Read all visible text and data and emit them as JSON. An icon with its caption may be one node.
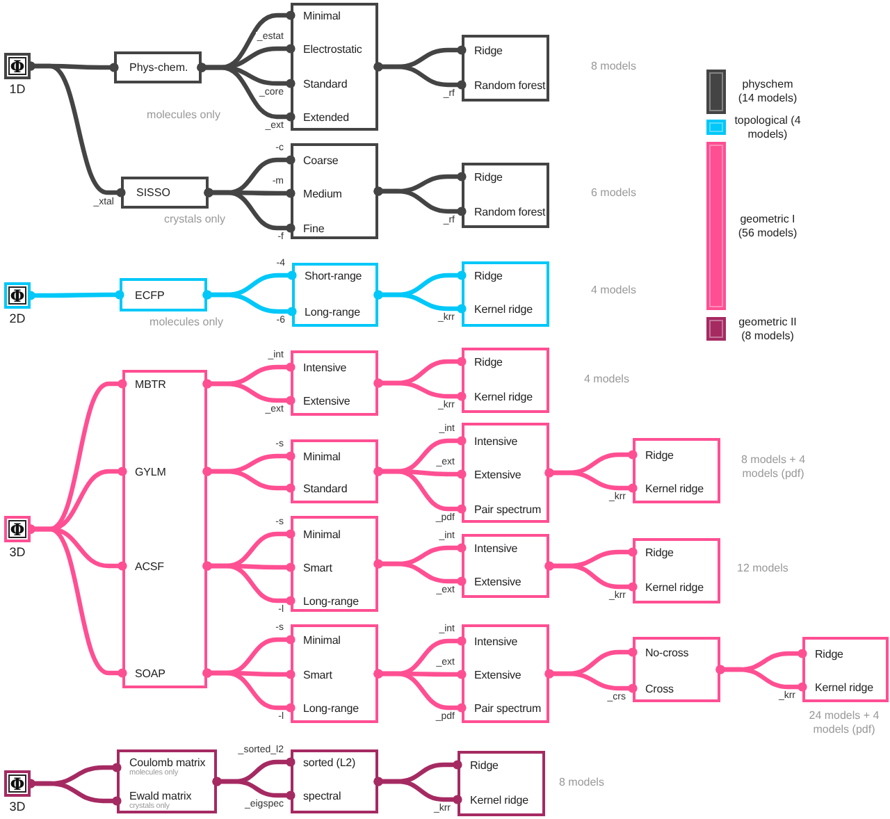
{
  "diagram": {
    "nodes": [
      {
        "text": [
          "Φ"
        ],
        "beside": [
          "1D"
        ]
      },
      {
        "text": [
          "Phys-chem."
        ],
        "beside": [
          "molecules only"
        ]
      },
      {
        "text": [],
        "shape": "box"
      },
      {
        "text": [
          "Minimal"
        ],
        "in": 2
      },
      {
        "text": [
          "Electrostatic"
        ],
        "in": 2
      },
      {
        "text": [
          "Standard"
        ],
        "in": 2
      },
      {
        "text": [
          "Extended"
        ],
        "in": 2
      },
      {
        "text": [],
        "shape": "box",
        "beside": [
          "8 models"
        ]
      },
      {
        "text": [
          "Ridge"
        ],
        "in": 7
      },
      {
        "text": [
          "Random forest"
        ],
        "in": 7
      },
      {
        "text": [
          "SISSO"
        ],
        "beside": [
          "crystals only"
        ]
      },
      {
        "text": [],
        "shape": "box"
      },
      {
        "text": [
          "Coarse"
        ],
        "in": 11
      },
      {
        "text": [
          "Medium"
        ],
        "in": 11
      },
      {
        "text": [
          "Fine"
        ],
        "in": 11
      },
      {
        "text": [],
        "shape": "box",
        "beside": [
          "6 models"
        ]
      },
      {
        "text": [
          "Ridge"
        ],
        "in": 15
      },
      {
        "text": [
          "Random forest"
        ],
        "in": 15
      },
      {
        "text": [
          "Φ"
        ],
        "beside": [
          "2D"
        ]
      },
      {
        "text": [
          "ECFP"
        ],
        "beside": [
          "molecules only"
        ]
      },
      {
        "text": [],
        "shape": "box"
      },
      {
        "text": [
          "Short-range"
        ],
        "in": 20
      },
      {
        "text": [
          "Long-range"
        ],
        "in": 20
      },
      {
        "text": [],
        "shape": "box",
        "beside": [
          "4 models"
        ]
      },
      {
        "text": [
          "Ridge"
        ],
        "in": 23
      },
      {
        "text": [
          "Kernel ridge"
        ],
        "in": 23
      },
      {
        "text": [
          "Φ"
        ],
        "beside": [
          "3D"
        ]
      },
      {
        "text": [],
        "shape": "box"
      },
      {
        "text": [
          "MBTR"
        ],
        "in": 27
      },
      {
        "text": [
          "GYLM"
        ],
        "in": 27
      },
      {
        "text": [
          "ACSF"
        ],
        "in": 27
      },
      {
        "text": [
          "SOAP"
        ],
        "in": 27
      },
      {
        "text": [],
        "shape": "box"
      },
      {
        "text": [
          "Intensive"
        ],
        "in": 32
      },
      {
        "text": [
          "Extensive"
        ],
        "in": 32
      },
      {
        "text": [],
        "shape": "box",
        "beside": [
          "4 models"
        ]
      },
      {
        "text": [
          "Ridge"
        ],
        "in": 35
      },
      {
        "text": [
          "Kernel ridge"
        ],
        "in": 35
      },
      {
        "text": [],
        "shape": "box"
      },
      {
        "text": [
          "Minimal"
        ],
        "in": 38
      },
      {
        "text": [
          "Standard"
        ],
        "in": 38
      },
      {
        "text": [],
        "shape": "box"
      },
      {
        "text": [
          "Intensive"
        ],
        "in": 41
      },
      {
        "text": [
          "Extensive"
        ],
        "in": 41
      },
      {
        "text": [
          "Pair spectrum"
        ],
        "in": 41
      },
      {
        "text": [],
        "shape": "box",
        "beside": [
          "8 models + 4 models (pdf)"
        ]
      },
      {
        "text": [
          "Ridge"
        ],
        "in": 45
      },
      {
        "text": [
          "Kernel ridge"
        ],
        "in": 45
      },
      {
        "text": [],
        "shape": "box"
      },
      {
        "text": [
          "Minimal"
        ],
        "in": 48
      },
      {
        "text": [
          "Smart"
        ],
        "in": 48
      },
      {
        "text": [
          "Long-range"
        ],
        "in": 48
      },
      {
        "text": [],
        "shape": "box"
      },
      {
        "text": [
          "Intensive"
        ],
        "in": 52
      },
      {
        "text": [
          "Extensive"
        ],
        "in": 52
      },
      {
        "text": [],
        "shape": "box",
        "beside": [
          "12 models"
        ]
      },
      {
        "text": [
          "Ridge"
        ],
        "in": 55
      },
      {
        "text": [
          "Kernel ridge"
        ],
        "in": 55
      },
      {
        "text": [],
        "shape": "box"
      },
      {
        "text": [
          "Minimal"
        ],
        "in": 58
      },
      {
        "text": [
          "Smart"
        ],
        "in": 58
      },
      {
        "text": [
          "Long-range"
        ],
        "in": 58
      },
      {
        "text": [],
        "shape": "box"
      },
      {
        "text": [
          "Intensive"
        ],
        "in": 62
      },
      {
        "text": [
          "Extensive"
        ],
        "in": 62
      },
      {
        "text": [
          "Pair spectrum"
        ],
        "in": 62
      },
      {
        "text": [],
        "shape": "box"
      },
      {
        "text": [
          "No-cross"
        ],
        "in": 66
      },
      {
        "text": [
          "Cross"
        ],
        "in": 66
      },
      {
        "text": [],
        "shape": "box",
        "beside": [
          "24 models + 4 models (pdf)"
        ]
      },
      {
        "text": [
          "Ridge"
        ],
        "in": 69
      },
      {
        "text": [
          "Kernel ridge"
        ],
        "in": 69
      },
      {
        "text": [
          "Φ"
        ],
        "beside": [
          "3D"
        ]
      },
      {
        "text": [],
        "shape": "box"
      },
      {
        "text": [
          "Coulomb matrix",
          "molecules only"
        ],
        "in": 73
      },
      {
        "text": [
          "Ewald matrix",
          "crystals only"
        ],
        "in": 73
      },
      {
        "text": [],
        "shape": "box"
      },
      {
        "text": [
          "sorted (L2)"
        ],
        "in": 76
      },
      {
        "text": [
          "spectral"
        ],
        "in": 76
      },
      {
        "text": [],
        "shape": "box",
        "beside": [
          "8 models"
        ]
      },
      {
        "text": [
          "Ridge"
        ],
        "in": 79
      },
      {
        "text": [
          "Kernel ridge"
        ],
        "in": 79
      }
    ],
    "edges": [
      {
        "from": 0,
        "to": 1,
        "arrow": "other",
        "color": "#444444"
      },
      {
        "from": 0,
        "to": 10,
        "arrow": "other",
        "label": "_xtal",
        "color": "#444444"
      },
      {
        "from": 1,
        "to": 3,
        "arrow": "other",
        "color": "#444444"
      },
      {
        "from": 1,
        "to": 4,
        "arrow": "other",
        "label": "_estat",
        "color": "#444444"
      },
      {
        "from": 1,
        "to": 5,
        "arrow": "other",
        "label": "_core",
        "color": "#444444"
      },
      {
        "from": 1,
        "to": 6,
        "arrow": "other",
        "label": "_ext",
        "color": "#444444"
      },
      {
        "from": 2,
        "to": 8,
        "arrow": "other",
        "color": "#444444"
      },
      {
        "from": 2,
        "to": 9,
        "arrow": "other",
        "label": "_rf",
        "color": "#444444"
      },
      {
        "from": 10,
        "to": 12,
        "arrow": "other",
        "label": "-c",
        "color": "#444444"
      },
      {
        "from": 10,
        "to": 13,
        "arrow": "other",
        "label": "-m",
        "color": "#444444"
      },
      {
        "from": 10,
        "to": 14,
        "arrow": "other",
        "label": "-f",
        "color": "#444444"
      },
      {
        "from": 11,
        "to": 16,
        "arrow": "other",
        "color": "#444444"
      },
      {
        "from": 11,
        "to": 17,
        "arrow": "other",
        "label": "_rf",
        "color": "#444444"
      },
      {
        "from": 18,
        "to": 19,
        "arrow": "other",
        "color": "#00c8f8"
      },
      {
        "from": 19,
        "to": 21,
        "arrow": "other",
        "label": "-4",
        "color": "#00c8f8"
      },
      {
        "from": 19,
        "to": 22,
        "arrow": "other",
        "label": "-6",
        "color": "#00c8f8"
      },
      {
        "from": 20,
        "to": 24,
        "arrow": "other",
        "color": "#00c8f8"
      },
      {
        "from": 20,
        "to": 25,
        "arrow": "other",
        "label": "_krr",
        "color": "#00c8f8"
      },
      {
        "from": 26,
        "to": 28,
        "arrow": "other"
      },
      {
        "from": 26,
        "to": 29,
        "arrow": "other"
      },
      {
        "from": 26,
        "to": 30,
        "arrow": "other"
      },
      {
        "from": 26,
        "to": 31,
        "arrow": "other"
      },
      {
        "from": 28,
        "to": 33,
        "arrow": "other",
        "label": "_int"
      },
      {
        "from": 28,
        "to": 34,
        "arrow": "other",
        "label": "_ext"
      },
      {
        "from": 32,
        "to": 36,
        "arrow": "other"
      },
      {
        "from": 32,
        "to": 37,
        "arrow": "other",
        "label": "_krr"
      },
      {
        "from": 29,
        "to": 39,
        "arrow": "other",
        "label": "-s"
      },
      {
        "from": 29,
        "to": 40,
        "arrow": "other"
      },
      {
        "from": 38,
        "to": 42,
        "arrow": "other",
        "label": "_int"
      },
      {
        "from": 38,
        "to": 43,
        "arrow": "other",
        "label": "_ext"
      },
      {
        "from": 38,
        "to": 44,
        "arrow": "other",
        "label": "_pdf"
      },
      {
        "from": 41,
        "to": 46,
        "arrow": "other"
      },
      {
        "from": 41,
        "to": 47,
        "arrow": "other",
        "label": "_krr"
      },
      {
        "from": 30,
        "to": 49,
        "arrow": "other",
        "label": "-s"
      },
      {
        "from": 30,
        "to": 50,
        "arrow": "other"
      },
      {
        "from": 30,
        "to": 51,
        "arrow": "other",
        "label": "-l"
      },
      {
        "from": 48,
        "to": 53,
        "arrow": "other",
        "label": "_int"
      },
      {
        "from": 48,
        "to": 54,
        "arrow": "other",
        "label": "_ext"
      },
      {
        "from": 52,
        "to": 56,
        "arrow": "other"
      },
      {
        "from": 52,
        "to": 57,
        "arrow": "other",
        "label": "_krr"
      },
      {
        "from": 31,
        "to": 59,
        "arrow": "other",
        "label": "-s"
      },
      {
        "from": 31,
        "to": 60,
        "arrow": "other"
      },
      {
        "from": 31,
        "to": 61,
        "arrow": "other",
        "label": "-l"
      },
      {
        "from": 58,
        "to": 63,
        "arrow": "other",
        "label": "_int"
      },
      {
        "from": 58,
        "to": 64,
        "arrow": "other",
        "label": "_ext"
      },
      {
        "from": 58,
        "to": 65,
        "arrow": "other",
        "label": "_pdf"
      },
      {
        "from": 62,
        "to": 67,
        "arrow": "other"
      },
      {
        "from": 62,
        "to": 68,
        "arrow": "other",
        "label": "_crs"
      },
      {
        "from": 66,
        "to": 70,
        "arrow": "other"
      },
      {
        "from": 66,
        "to": 71,
        "arrow": "other",
        "label": "_krr"
      },
      {
        "from": 72,
        "to": 74,
        "arrow": "other",
        "color": "#a52a62"
      },
      {
        "from": 72,
        "to": 75,
        "arrow": "other",
        "color": "#a52a62"
      },
      {
        "from": 73,
        "to": 77,
        "arrow": "other",
        "label": "_sorted_l2",
        "color": "#a52a62"
      },
      {
        "from": 73,
        "to": 78,
        "arrow": "other",
        "label": "_eigspec",
        "color": "#a52a62"
      },
      {
        "from": 76,
        "to": 80,
        "arrow": "other",
        "color": "#a52a62"
      },
      {
        "from": 76,
        "to": 81,
        "arrow": "other",
        "label": "_krr",
        "color": "#a52a62"
      }
    ],
    "legend": [
      {
        "text": "physchem (14 models)",
        "color": "#444444"
      },
      {
        "text": "topological (4 models)",
        "color": "#00c8f8"
      },
      {
        "text": "geometric I (56 models)",
        "color": "#ff4f93"
      },
      {
        "text": "geometric II (8 models)",
        "color": "#a52a62"
      }
    ]
  }
}
